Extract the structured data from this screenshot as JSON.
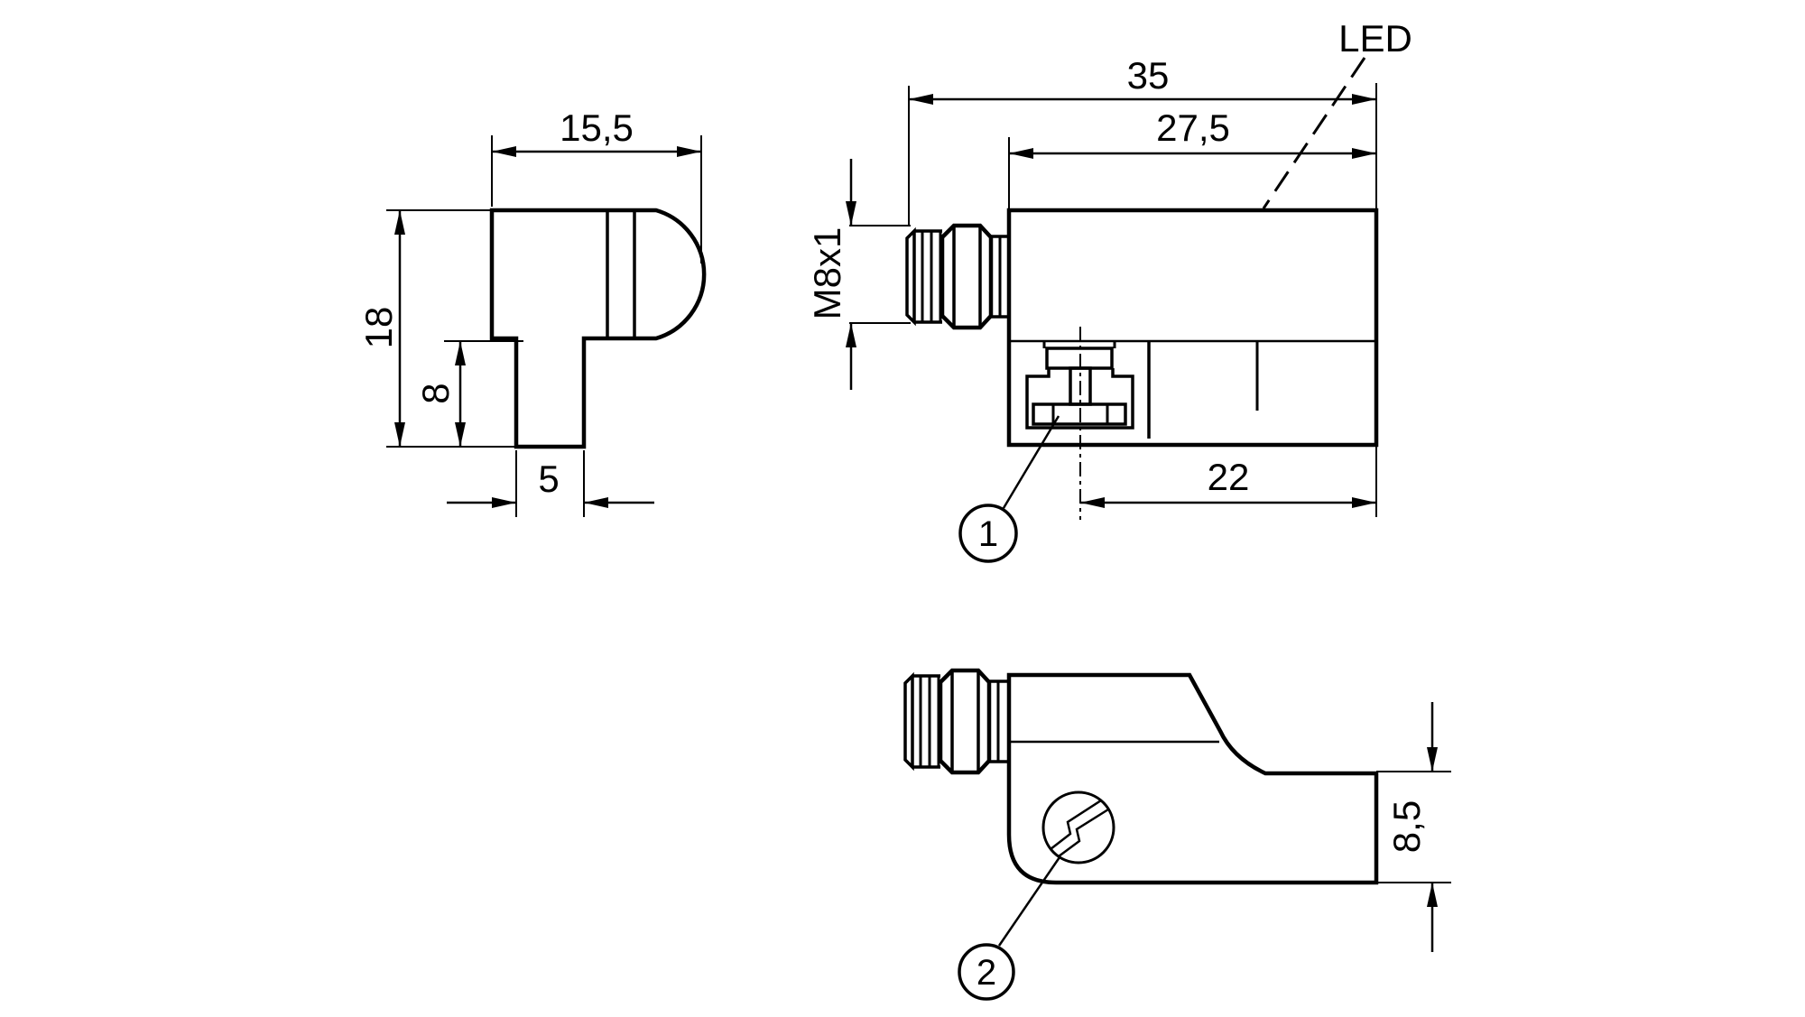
{
  "drawing": {
    "kind": "sensor-dimensional-drawing",
    "colors": {
      "line": "#000000",
      "background": "#ffffff"
    },
    "labels": {
      "led": "LED",
      "callout_1": "1",
      "callout_2": "2"
    },
    "dimensions": {
      "front_view": {
        "width_mm": "15,5",
        "height_mm": "18",
        "foot_height_mm": "8",
        "foot_width_mm": "5"
      },
      "side_view": {
        "overall_length_mm": "35",
        "body_length_mm": "27,5",
        "clamp_to_rear_mm": "22",
        "connector_thread": "M8x1"
      },
      "bottom_view": {
        "rear_section_height_mm": "8,5"
      }
    }
  }
}
